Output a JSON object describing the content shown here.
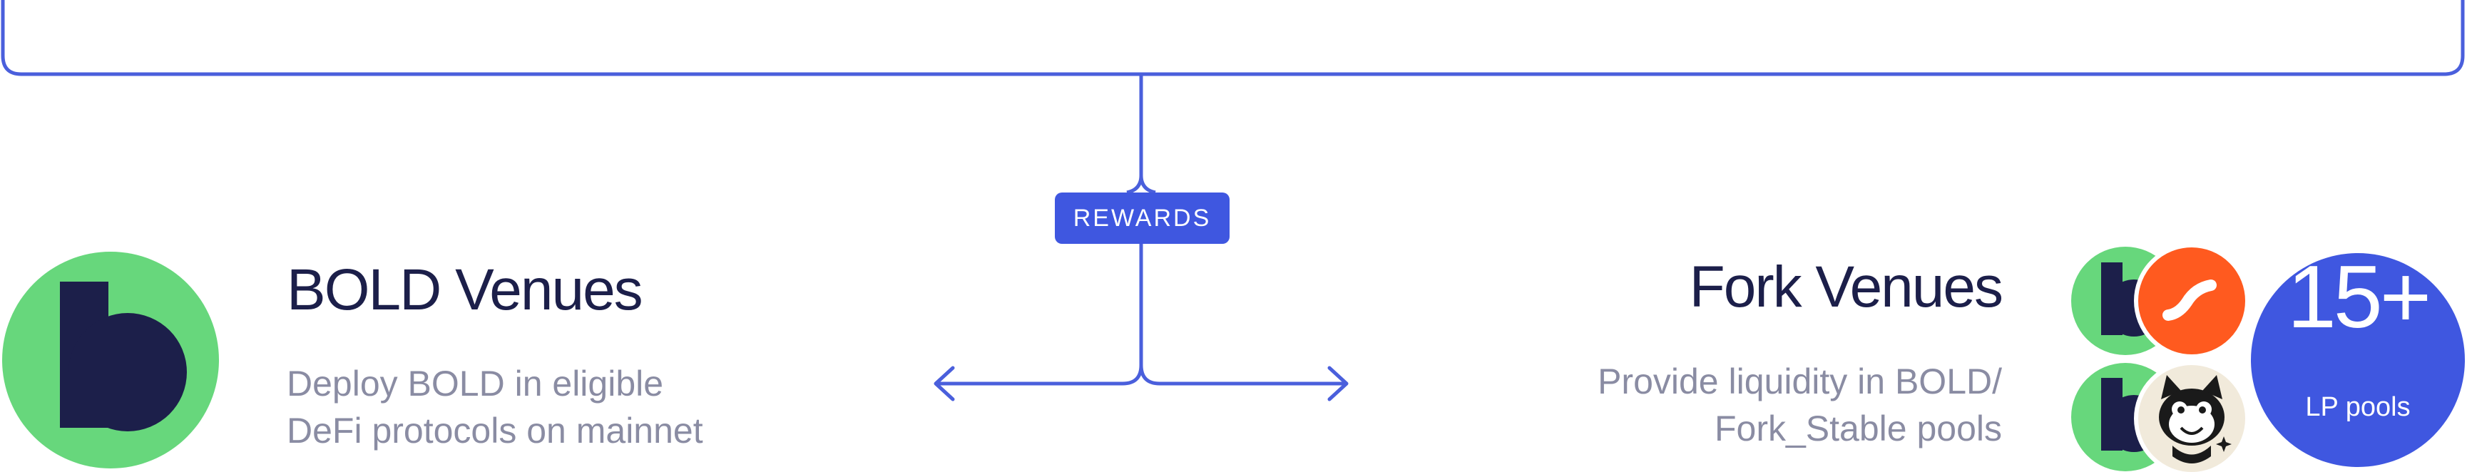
{
  "flow": {
    "badge_label": "REWARDS"
  },
  "left_venue": {
    "title": "BOLD Venues",
    "description_lines": [
      "Deploy BOLD in eligible",
      "DeFi protocols on mainnet"
    ]
  },
  "right_venue": {
    "title": "Fork Venues",
    "description_lines": [
      "Provide liquidity in BOLD/",
      "Fork_Stable pools"
    ]
  },
  "pools_badge": {
    "count": "15+",
    "label": "LP pools"
  },
  "colors": {
    "accent_blue": "#3f57e0",
    "line_blue": "#4a5fdc",
    "logo_green": "#67d77c",
    "logo_navy": "#1c1f4a",
    "orange": "#ff5a1f",
    "title_text": "#1c1f4a",
    "muted_text": "#8a8ca3"
  },
  "icons": {
    "left_logo": "bold-logo-icon",
    "fork_logo_1": "bold-logo-icon",
    "fork_logo_2": "orange-s-logo-icon",
    "fork_logo_3": "bold-logo-icon",
    "fork_logo_4": "mascot-cat-icon"
  }
}
